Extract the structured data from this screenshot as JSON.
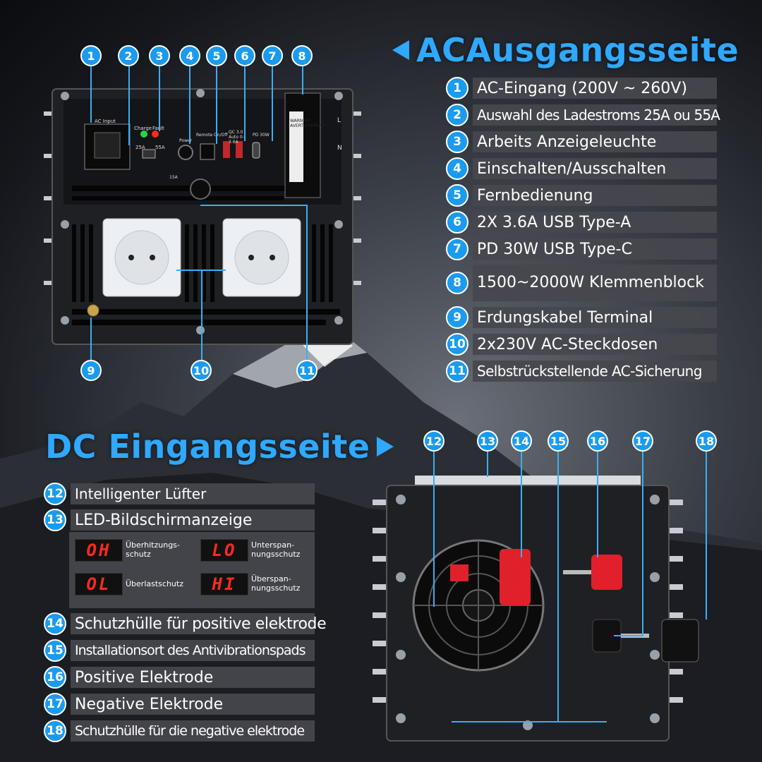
{
  "ac_section": {
    "heading": "ACAusgangsseite",
    "items": [
      {
        "num": "1",
        "label": "AC-Eingang (200V ~ 260V)"
      },
      {
        "num": "2",
        "label": "Auswahl des Ladestroms 25A ou 55A"
      },
      {
        "num": "3",
        "label": "Arbeits Anzeigeleuchte"
      },
      {
        "num": "4",
        "label": "Einschalten/Ausschalten"
      },
      {
        "num": "5",
        "label": "Fernbedienung"
      },
      {
        "num": "6",
        "label": "2X 3.6A USB Type-A"
      },
      {
        "num": "7",
        "label": "PD 30W USB Type-C"
      },
      {
        "num": "8",
        "label": "1500~2000W Klemmenblock"
      },
      {
        "num": "9",
        "label": "Erdungskabel Terminal"
      },
      {
        "num": "10",
        "label": "2x230V AC-Steckdosen"
      },
      {
        "num": "11",
        "label": "Selbstrückstellende AC-Sicherung"
      }
    ],
    "device_labels": {
      "ac_input": "AC Input",
      "charge": "Charge",
      "fault": "Fault",
      "a25": "25A",
      "a55": "55A",
      "power": "Power",
      "remote": "Remote On/Off",
      "qc": "QC 3.0 Auto 0-3.6A",
      "pd": "PD 30W",
      "fuse": "15A",
      "warning": "WARNING AVERTISSEMENT",
      "L": "L",
      "N": "N"
    }
  },
  "dc_section": {
    "heading": "DC Eingangsseite",
    "items": [
      {
        "num": "12",
        "label": "Intelligenter Lüfter"
      },
      {
        "num": "13",
        "label": "LED-Bildschirmanzeige"
      },
      {
        "num": "14",
        "label": "Schutzhülle für positive elektrode"
      },
      {
        "num": "15",
        "label": "Installationsort des Antivibrationspads"
      },
      {
        "num": "16",
        "label": "Positive Elektrode"
      },
      {
        "num": "17",
        "label": "Negative Elektrode"
      },
      {
        "num": "18",
        "label": "Schutzhülle für die negative elektrode"
      }
    ],
    "led_codes": [
      {
        "code": "OH",
        "text": "Überhitzungs-schutz"
      },
      {
        "code": "LO",
        "text": "Unterspan-nungsschutz"
      },
      {
        "code": "OL",
        "text": "Überlastschutz"
      },
      {
        "code": "HI",
        "text": "Überspan-nungsschutz"
      }
    ]
  },
  "colors": {
    "accent": "#1a9bf0",
    "heading": "#2fa8ff",
    "label_bg": "#46484e",
    "led_red": "#ff2a1a",
    "terminal_red": "#e0202a"
  }
}
